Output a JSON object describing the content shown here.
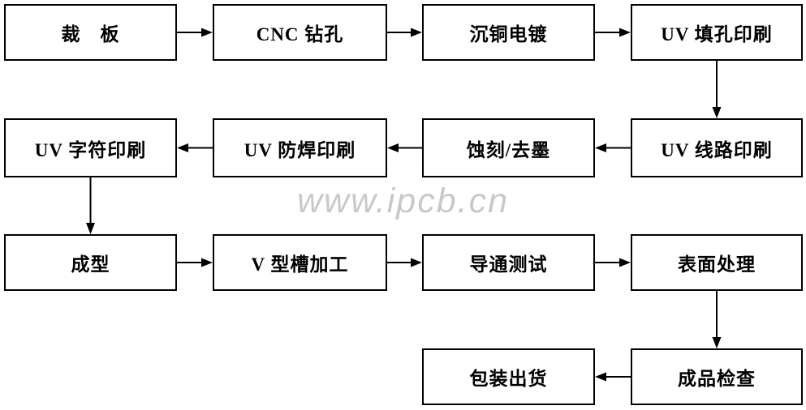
{
  "watermark": {
    "text": "www.ipcb.cn",
    "color": "#c9c9c9"
  },
  "diagram": {
    "type": "flowchart",
    "colors": {
      "background": "#ffffff",
      "box_border": "#000000",
      "box_fill": "#ffffff",
      "text": "#000000",
      "arrow": "#000000"
    },
    "nodes": [
      {
        "id": "cut-board",
        "label": "裁　板",
        "row": 0,
        "col": 0
      },
      {
        "id": "cnc-drilling",
        "label": "CNC 钻孔",
        "row": 0,
        "col": 1
      },
      {
        "id": "copper-plating",
        "label": "沉铜电镀",
        "row": 0,
        "col": 2
      },
      {
        "id": "uv-hole-filling",
        "label": "UV 填孔印刷",
        "row": 0,
        "col": 3
      },
      {
        "id": "uv-legend-print",
        "label": "UV 字符印刷",
        "row": 1,
        "col": 0
      },
      {
        "id": "uv-soldermask",
        "label": "UV 防焊印刷",
        "row": 1,
        "col": 1
      },
      {
        "id": "etch-strip",
        "label": "蚀刻/去墨",
        "row": 1,
        "col": 2
      },
      {
        "id": "uv-circuit-print",
        "label": "UV 线路印刷",
        "row": 1,
        "col": 3
      },
      {
        "id": "forming",
        "label": "成型",
        "row": 2,
        "col": 0
      },
      {
        "id": "v-groove",
        "label": "V 型槽加工",
        "row": 2,
        "col": 1
      },
      {
        "id": "continuity-test",
        "label": "导通测试",
        "row": 2,
        "col": 2
      },
      {
        "id": "surface-finish",
        "label": "表面处理",
        "row": 2,
        "col": 3
      },
      {
        "id": "packing-shipping",
        "label": "包装出货",
        "row": 3,
        "col": 2
      },
      {
        "id": "final-inspection",
        "label": "成品检查",
        "row": 3,
        "col": 3
      }
    ],
    "edges": [
      {
        "from": "cut-board",
        "to": "cnc-drilling",
        "direction": "right"
      },
      {
        "from": "cnc-drilling",
        "to": "copper-plating",
        "direction": "right"
      },
      {
        "from": "copper-plating",
        "to": "uv-hole-filling",
        "direction": "right"
      },
      {
        "from": "uv-hole-filling",
        "to": "uv-circuit-print",
        "direction": "down"
      },
      {
        "from": "uv-circuit-print",
        "to": "etch-strip",
        "direction": "left"
      },
      {
        "from": "etch-strip",
        "to": "uv-soldermask",
        "direction": "left"
      },
      {
        "from": "uv-soldermask",
        "to": "uv-legend-print",
        "direction": "left"
      },
      {
        "from": "uv-legend-print",
        "to": "forming",
        "direction": "down"
      },
      {
        "from": "forming",
        "to": "v-groove",
        "direction": "right"
      },
      {
        "from": "v-groove",
        "to": "continuity-test",
        "direction": "right"
      },
      {
        "from": "continuity-test",
        "to": "surface-finish",
        "direction": "right"
      },
      {
        "from": "surface-finish",
        "to": "final-inspection",
        "direction": "down"
      },
      {
        "from": "final-inspection",
        "to": "packing-shipping",
        "direction": "left"
      }
    ]
  }
}
